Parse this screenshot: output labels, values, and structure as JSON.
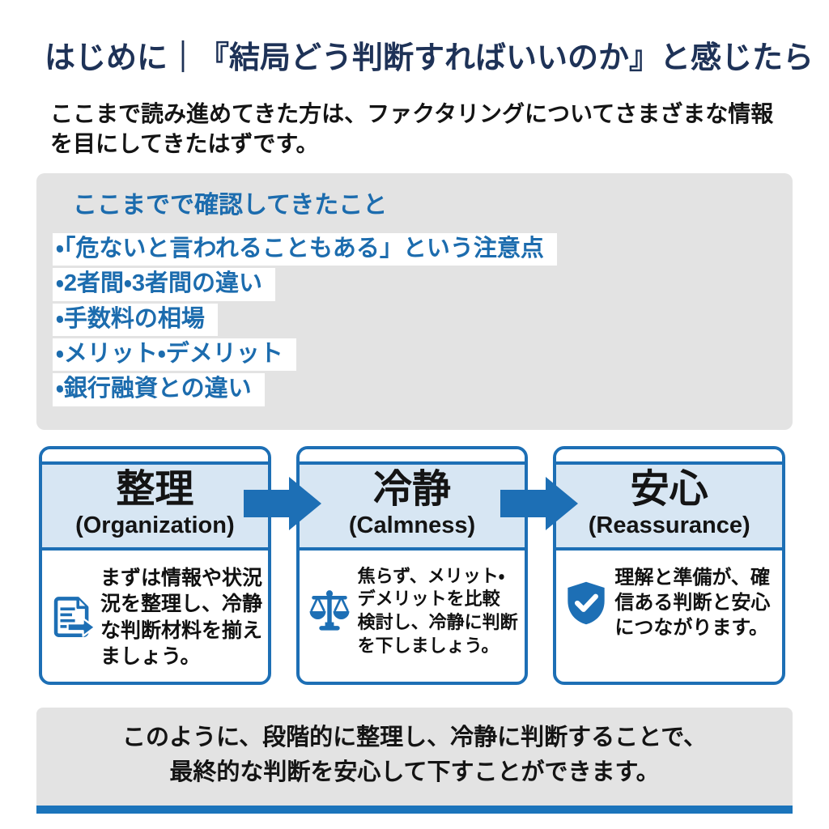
{
  "page": {
    "title": "はじめに｜『結局どう判断すればいいのか』と感じたら",
    "intro": "ここまで読み進めてきた方は、ファクタリングについてさまざまな情報\nを目にしてきたはずです。"
  },
  "checklist": {
    "heading": "ここまでで確認してきたこと",
    "items": [
      {
        "label": "・「危ないと言われることもある」という注意点"
      },
      {
        "label": "・2者間・3者間の違い"
      },
      {
        "label": "・手数料の相場"
      },
      {
        "label": "・メリット・デメリット"
      },
      {
        "label": "・銀行融資との違い"
      }
    ]
  },
  "steps": {
    "cards": [
      {
        "title": "整理",
        "subtitle": "(Organization)",
        "icon": "document-arrow-icon",
        "description": "まずは情報や状況\n況を整理し、冷静\nな判断材料を揃え\nましょう。"
      },
      {
        "title": "冷静",
        "subtitle": "(Calmness)",
        "icon": "scale-icon",
        "description": "焦らず、メリット・\nデメリットを比較\n検討し、冷静に判断\nを下しましょう。"
      },
      {
        "title": "安心",
        "subtitle": "(Reassurance)",
        "icon": "shield-check-icon",
        "description": "理解と準備が、確\n信ある判断と安心\nにつながります。"
      }
    ]
  },
  "conclusion": {
    "text": "このように、段階的に整理し、冷静に判断することで、\n最終的な判断を安心して下すことができます。"
  },
  "colors": {
    "title_navy": "#1e3257",
    "accent_blue": "#1d6fb5",
    "text_blue": "#1c6cae",
    "card_header_blue": "#d7e6f3",
    "box_gray": "#e3e3e3",
    "conclusion_bar_blue": "#1b74bb"
  }
}
